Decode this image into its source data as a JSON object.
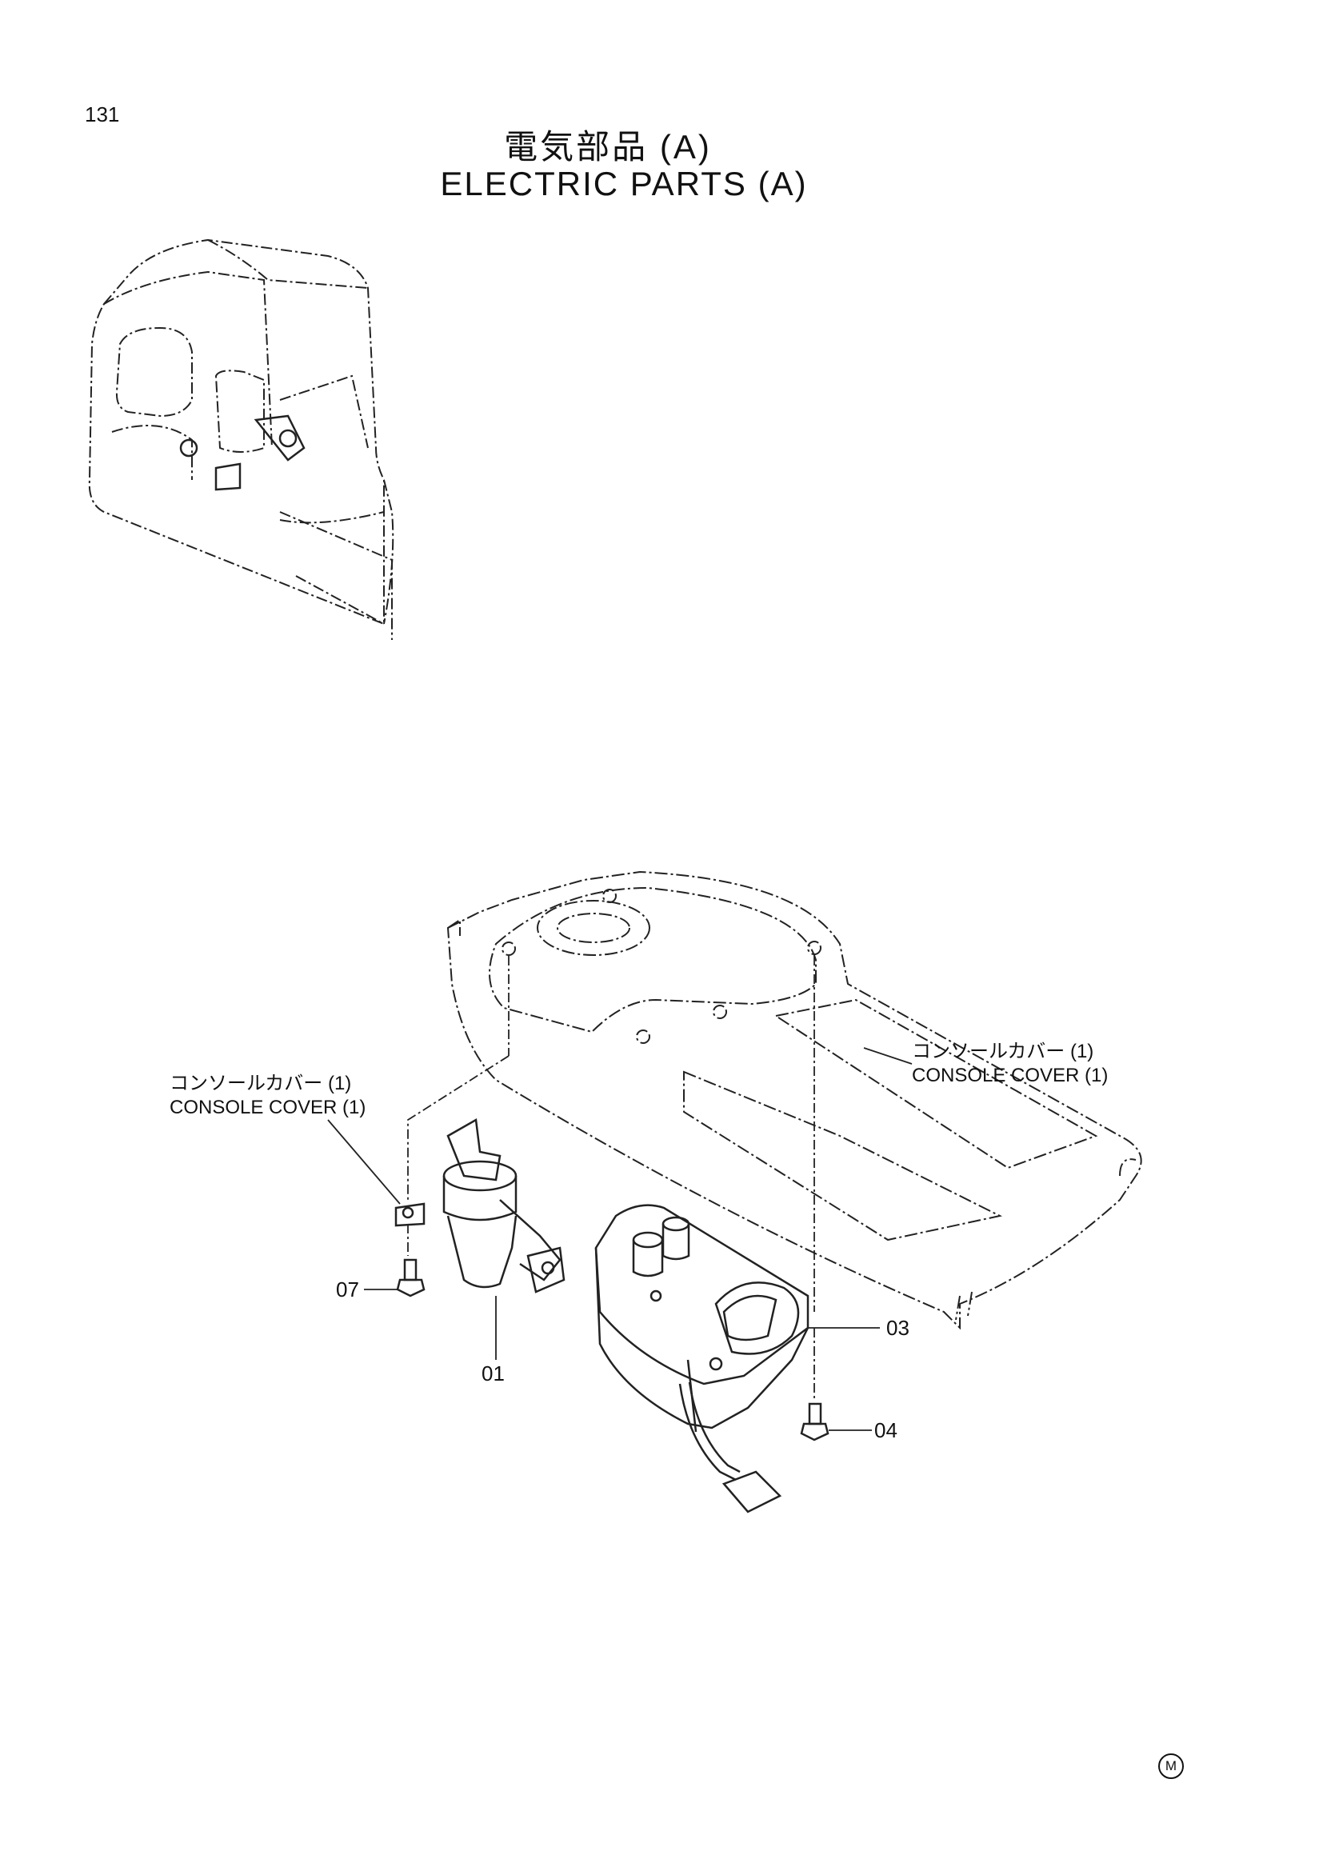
{
  "page": {
    "number": "131",
    "title_jp": "電気部品 (A)",
    "title_en": "ELECTRIC  PARTS  (A)"
  },
  "callouts": {
    "left": {
      "jp": "コンソールカバー (1)",
      "en": "CONSOLE COVER  (1)"
    },
    "right": {
      "jp": "コンソールカバー (1)",
      "en": "CONSOLE COVER  (1)"
    }
  },
  "parts": {
    "p01": "01",
    "p03": "03",
    "p04": "04",
    "p07": "07"
  },
  "footer_mark": "M",
  "icons": {
    "cab": "excavator-cab-illustration",
    "console": "console-cover-illustration",
    "key_switch": "key-switch-illustration",
    "control_dial": "control-dial-unit-illustration",
    "bolt": "bolt-icon"
  }
}
